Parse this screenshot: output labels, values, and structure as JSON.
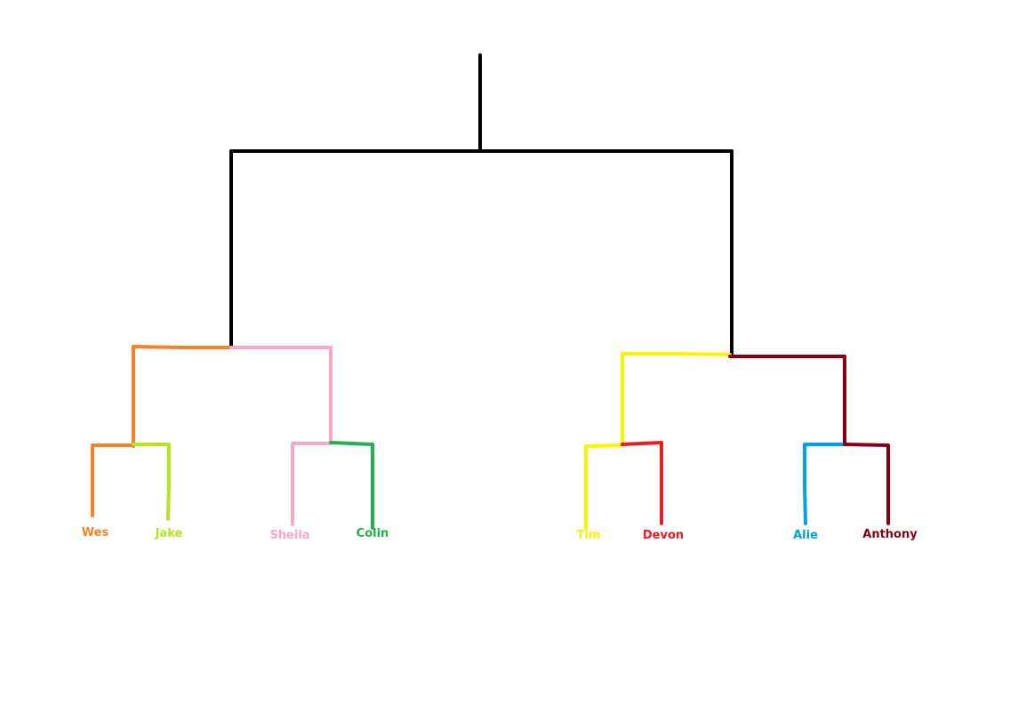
{
  "diagram": {
    "type": "tree",
    "colors": {
      "root": "#000000",
      "wes": "#f5822a",
      "jake": "#b5e61d",
      "sheila": "#f7a8c8",
      "colin": "#22b14c",
      "tim": "#fff200",
      "devon": "#ed1c24",
      "alie": "#00a2e8",
      "anthony": "#880015"
    },
    "leaves": [
      {
        "label": "Wes",
        "color": "#f5822a"
      },
      {
        "label": "Jake",
        "color": "#b5e61d"
      },
      {
        "label": "Sheila",
        "color": "#f7a8c8"
      },
      {
        "label": "Colin",
        "color": "#22b14c"
      },
      {
        "label": "Tim",
        "color": "#fff200"
      },
      {
        "label": "Devon",
        "color": "#ed1c24"
      },
      {
        "label": "Alie",
        "color": "#00a2e8"
      },
      {
        "label": "Anthony",
        "color": "#880015"
      }
    ]
  }
}
